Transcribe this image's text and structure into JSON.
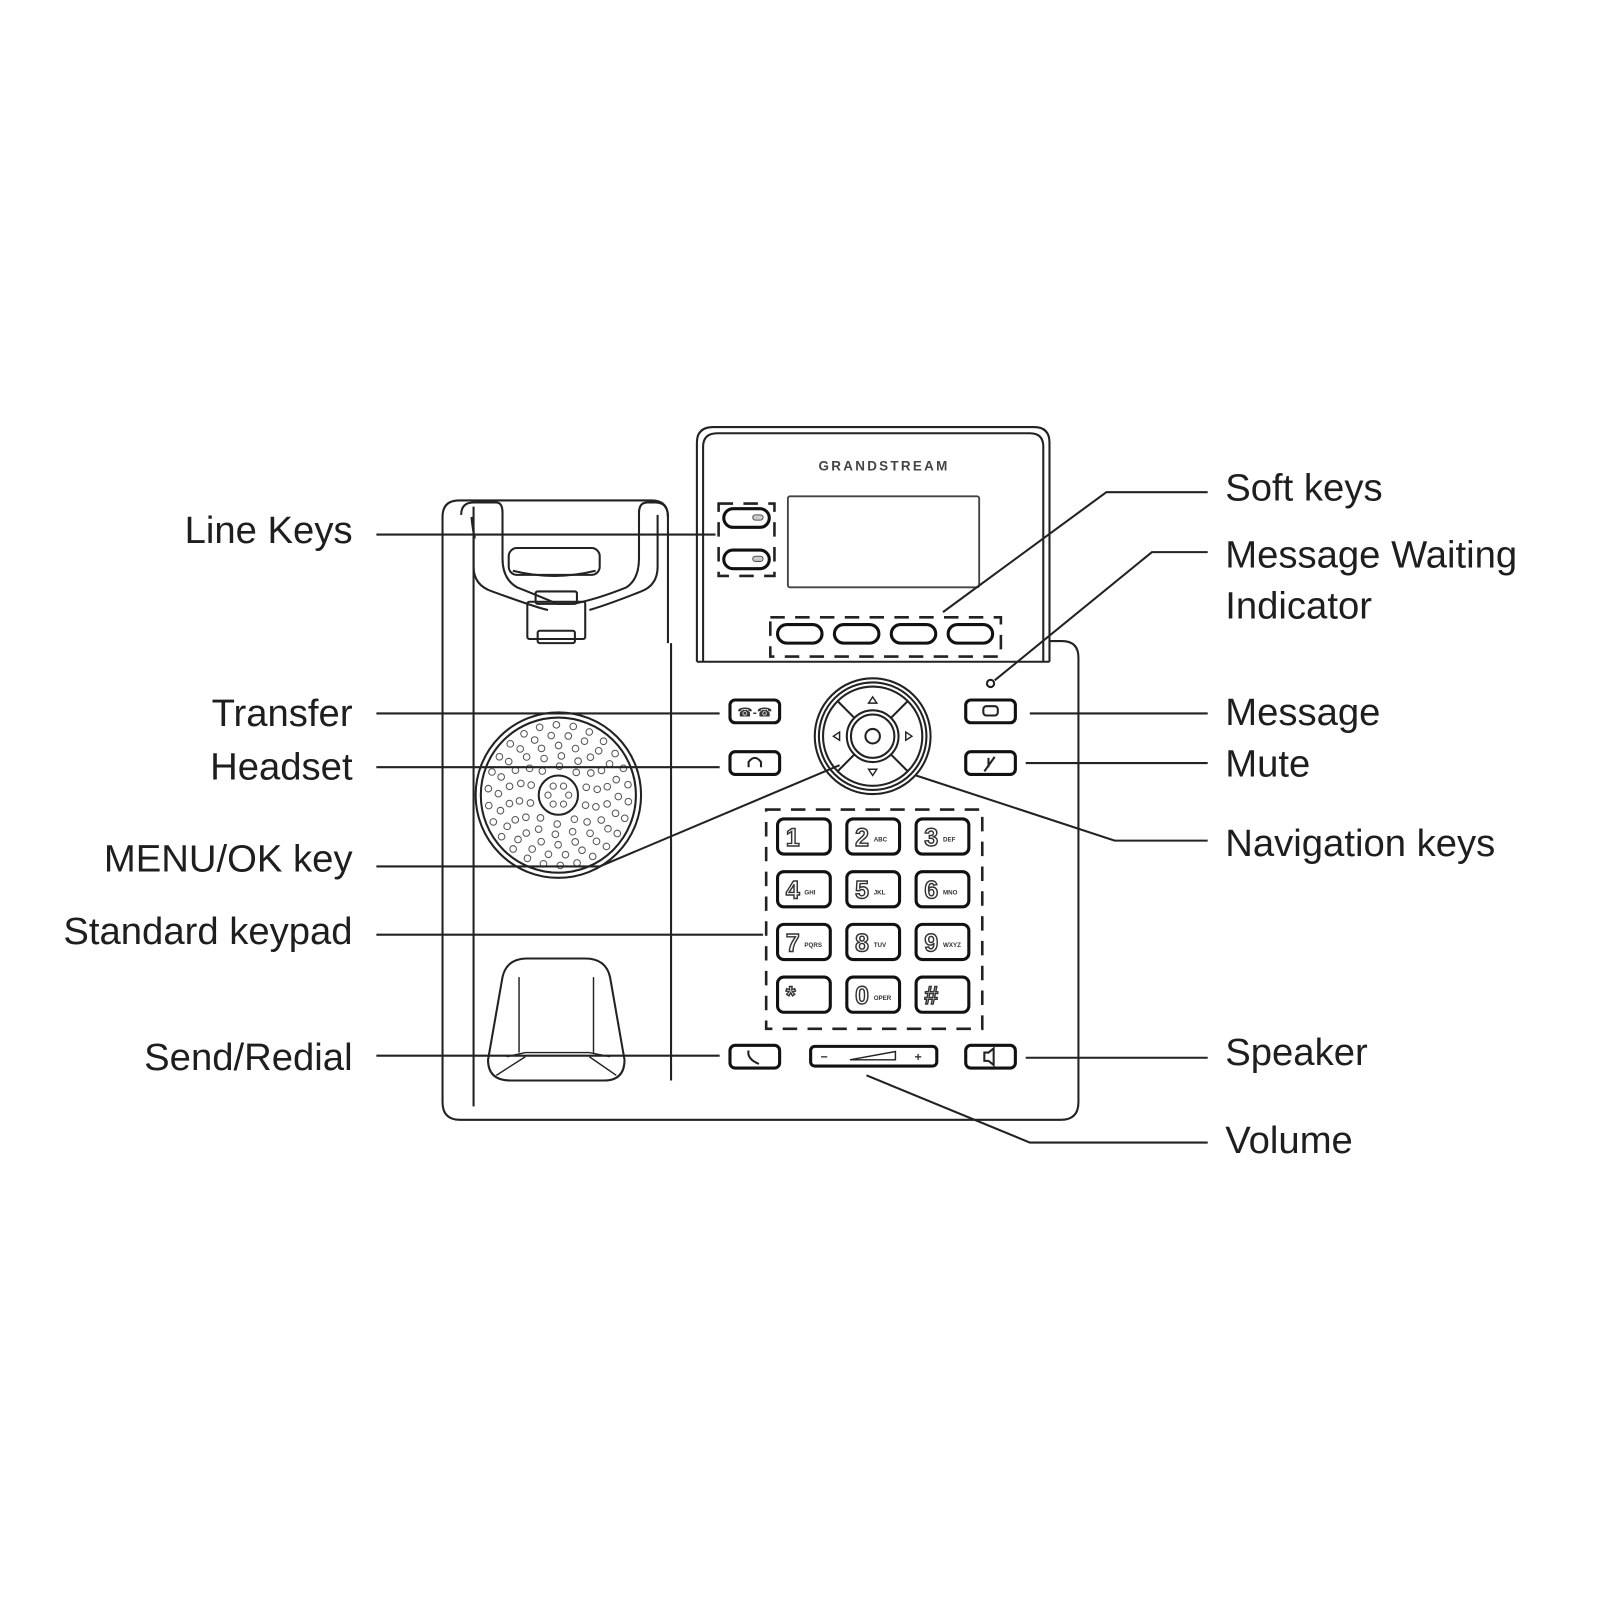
{
  "diagram": {
    "brand": "GRANDSTREAM",
    "labels_left": [
      {
        "id": "line-keys",
        "text": "Line Keys"
      },
      {
        "id": "transfer",
        "text": "Transfer"
      },
      {
        "id": "headset",
        "text": "Headset"
      },
      {
        "id": "menu-ok",
        "text": "MENU/OK key"
      },
      {
        "id": "standard-keypad",
        "text": "Standard keypad"
      },
      {
        "id": "send-redial",
        "text": "Send/Redial"
      }
    ],
    "labels_right": [
      {
        "id": "soft-keys",
        "text": "Soft keys"
      },
      {
        "id": "mwi",
        "text": "Message Waiting",
        "text2": "Indicator"
      },
      {
        "id": "message",
        "text": "Message"
      },
      {
        "id": "mute",
        "text": "Mute"
      },
      {
        "id": "navigation",
        "text": "Navigation keys"
      },
      {
        "id": "speaker",
        "text": "Speaker"
      },
      {
        "id": "volume",
        "text": "Volume"
      }
    ],
    "keypad": [
      {
        "digit": "1",
        "letters": ""
      },
      {
        "digit": "2",
        "letters": "ABC"
      },
      {
        "digit": "3",
        "letters": "DEF"
      },
      {
        "digit": "4",
        "letters": "GHI"
      },
      {
        "digit": "5",
        "letters": "JKL"
      },
      {
        "digit": "6",
        "letters": "MNO"
      },
      {
        "digit": "7",
        "letters": "PQRS"
      },
      {
        "digit": "8",
        "letters": "TUV"
      },
      {
        "digit": "9",
        "letters": "WXYZ"
      },
      {
        "digit": "*",
        "letters": ""
      },
      {
        "digit": "0",
        "letters": "OPER"
      },
      {
        "digit": "#",
        "letters": ""
      }
    ],
    "volume": {
      "minus": "−",
      "plus": "+"
    },
    "colors": {
      "line": "#222222",
      "text": "#1e1e1e",
      "background": "#ffffff"
    }
  }
}
